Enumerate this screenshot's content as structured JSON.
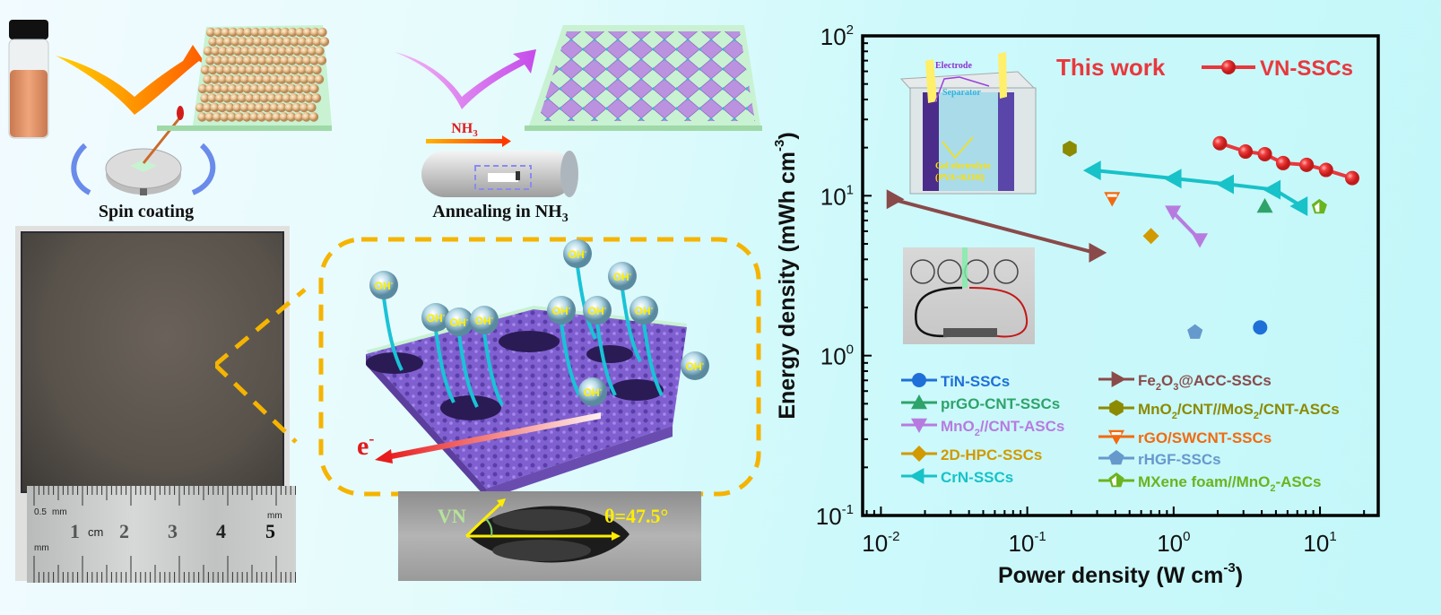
{
  "schematic": {
    "step1_label": "Spin coating",
    "step2_label": "Annealing in NH",
    "step2_sub": "3",
    "gas_label": "NH",
    "gas_sub": "3",
    "ion_label": "OH",
    "ion_sup": "-",
    "electron_label": "e",
    "electron_sup": "-",
    "ion_count": 11
  },
  "ruler": {
    "small_label": "0.5",
    "unit_mm_top": "mm",
    "unit_mm_right": "mm",
    "unit_mm_left": "mm",
    "unit_cm": "cm",
    "numbers": [
      "1",
      "2",
      "3",
      "4",
      "5"
    ]
  },
  "contact_angle": {
    "material_label": "VN",
    "angle_label": "θ=47.5°"
  },
  "inset_device": {
    "electrode_label": "Electrode",
    "separator_label": "Separator",
    "electrolyte_label": "Gel electrolyte",
    "electrolyte_sub": "(PVA+KOH)"
  },
  "colors": {
    "this_work": "#e8383d",
    "dash_orange": "#f5b400",
    "purple": "#8a5fd6",
    "cyan_arrow": "#19c3d6"
  },
  "chart_data": {
    "type": "scatter",
    "title": "",
    "annotation": "This work",
    "xlabel": "Power density (W cm",
    "xlabel_sup": "-3",
    "ylabel": "Energy density (mWh cm",
    "ylabel_sup": "-3",
    "xscale": "log",
    "yscale": "log",
    "xlim": [
      0.0075,
      25
    ],
    "ylim": [
      0.1,
      100
    ],
    "x_ticks": [
      {
        "base": "10",
        "exp": "-2",
        "value": 0.01
      },
      {
        "base": "10",
        "exp": "-1",
        "value": 0.1
      },
      {
        "base": "10",
        "exp": "0",
        "value": 1
      },
      {
        "base": "10",
        "exp": "1",
        "value": 10
      }
    ],
    "y_ticks": [
      {
        "base": "10",
        "exp": "-1",
        "value": 0.1
      },
      {
        "base": "10",
        "exp": "0",
        "value": 1
      },
      {
        "base": "10",
        "exp": "1",
        "value": 10
      },
      {
        "base": "10",
        "exp": "2",
        "value": 100
      }
    ],
    "grid": false,
    "legend_top": {
      "label": "VN-SSCs",
      "placement": "top-right"
    },
    "series": [
      {
        "name": "VN-SSCs",
        "color": "#e8383d",
        "marker": "sphere",
        "line": true,
        "x": [
          2.07,
          3.1,
          4.2,
          5.6,
          8.1,
          11.0,
          16.6
        ],
        "y": [
          21.3,
          18.9,
          18.2,
          16.0,
          15.6,
          14.5,
          12.9
        ]
      },
      {
        "name": "TiN-SSCs",
        "color": "#1f6fd8",
        "marker": "circle",
        "line": false,
        "x": [
          3.9
        ],
        "y": [
          1.5
        ]
      },
      {
        "name": "prGO-CNT-SSCs",
        "color": "#2ea36a",
        "marker": "triangle-up",
        "line": false,
        "x": [
          4.2
        ],
        "y": [
          8.6
        ]
      },
      {
        "name": "MnO2//CNT-ASCs",
        "label_parts": [
          "MnO",
          "2",
          "//CNT-ASCs"
        ],
        "color": "#b77be0",
        "marker": "triangle-down",
        "line": true,
        "x": [
          0.99,
          1.51
        ],
        "y": [
          7.9,
          5.3
        ]
      },
      {
        "name": "2D-HPC-SSCs",
        "color": "#d19a00",
        "marker": "diamond",
        "line": false,
        "x": [
          0.7
        ],
        "y": [
          5.6
        ]
      },
      {
        "name": "CrN-SSCs",
        "color": "#17c2c8",
        "marker": "triangle-left",
        "line": true,
        "x": [
          0.29,
          1.03,
          2.35,
          4.9,
          7.5
        ],
        "y": [
          14.4,
          12.8,
          11.8,
          10.9,
          8.6
        ]
      },
      {
        "name": "Fe2O3@ACC-SSCs",
        "label_parts": [
          "Fe",
          "2",
          "O",
          "3",
          "@ACC-SSCs"
        ],
        "color": "#8a4a4a",
        "marker": "triangle-right",
        "line": true,
        "x": [
          0.012,
          0.29
        ],
        "y": [
          9.5,
          4.4
        ]
      },
      {
        "name": "MnO2/CNT//MoS2/CNT-ASCs",
        "label_parts": [
          "MnO",
          "2",
          "/CNT//MoS",
          "2",
          "/CNT-ASCs"
        ],
        "color": "#8c8a00",
        "marker": "hexagon",
        "line": false,
        "x": [
          0.195
        ],
        "y": [
          19.7
        ]
      },
      {
        "name": "rGO/SWCNT-SSCs",
        "color": "#f26a10",
        "marker": "triangle-down-open",
        "line": false,
        "x": [
          0.38
        ],
        "y": [
          9.6
        ]
      },
      {
        "name": "rHGF-SSCs",
        "color": "#6699cc",
        "marker": "pentagon",
        "line": false,
        "x": [
          1.4
        ],
        "y": [
          1.4
        ]
      },
      {
        "name": "MXene foam//MnO2-ASCs",
        "label_parts": [
          "MXene foam//MnO",
          "2",
          "-ASCs"
        ],
        "color": "#6ab41e",
        "marker": "pentagon-half",
        "line": false,
        "x": [
          9.9
        ],
        "y": [
          8.5
        ]
      }
    ]
  }
}
